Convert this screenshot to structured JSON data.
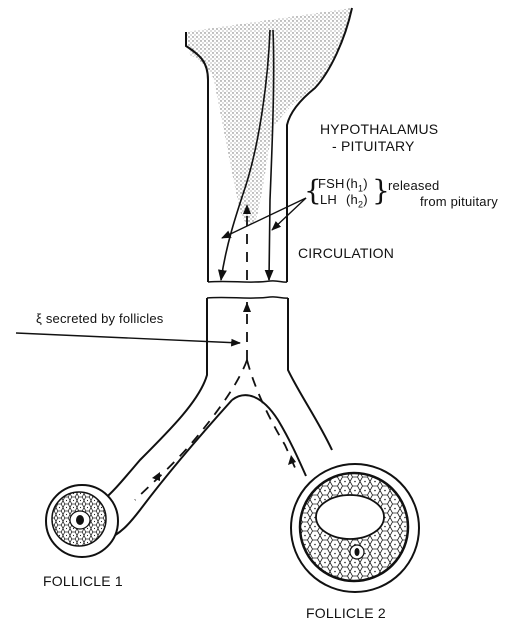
{
  "labels": {
    "hypothalamus": "HYPOTHALAMUS",
    "pituitary": "- PITUITARY",
    "fsh": "FSH",
    "h1": "h",
    "h1_sub": "1",
    "lh": "LH",
    "h2": "h",
    "h2_sub": "2",
    "released": "released",
    "from_pituitary": "from pituitary",
    "circulation": "CIRCULATION",
    "xi_secreted": "ξ secreted by follicles",
    "follicle1": "FOLLICLE 1",
    "follicle2": "FOLLICLE 2"
  },
  "colors": {
    "ink": "#111111",
    "stipple": "#777777",
    "paper": "#ffffff"
  }
}
